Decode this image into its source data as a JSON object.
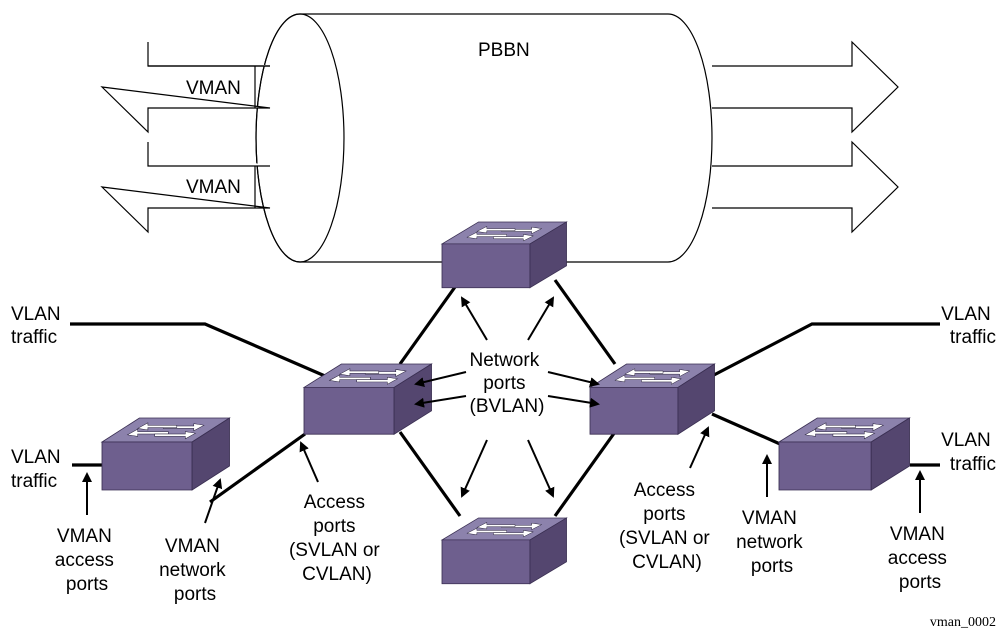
{
  "cloud_label": "PBBN",
  "tunnels": [
    "VMAN",
    "VMAN"
  ],
  "network_ports_label": [
    "Network",
    "ports",
    "(BVLAN)"
  ],
  "left": {
    "vlan_traffic_top": [
      "VLAN",
      "traffic"
    ],
    "vlan_traffic_bottom": [
      "VLAN",
      "traffic"
    ],
    "vman_access_ports": [
      "VMAN",
      "access",
      "ports"
    ],
    "vman_network_ports": [
      "VMAN",
      "network",
      "ports"
    ],
    "access_ports": [
      "Access",
      "ports",
      "(SVLAN or",
      "CVLAN)"
    ]
  },
  "right": {
    "vlan_traffic_top": [
      "VLAN",
      "traffic"
    ],
    "vlan_traffic_bottom": [
      "VLAN",
      "traffic"
    ],
    "vman_access_ports": [
      "VMAN",
      "access",
      "ports"
    ],
    "vman_network_ports": [
      "VMAN",
      "network",
      "ports"
    ],
    "access_ports": [
      "Access",
      "ports",
      "(SVLAN or",
      "CVLAN)"
    ]
  },
  "figure_id": "vman_0002",
  "colors": {
    "switch_top": "#8c82ac",
    "switch_front": "#6e5f8e",
    "switch_side": "#54466f",
    "line": "#000000"
  }
}
